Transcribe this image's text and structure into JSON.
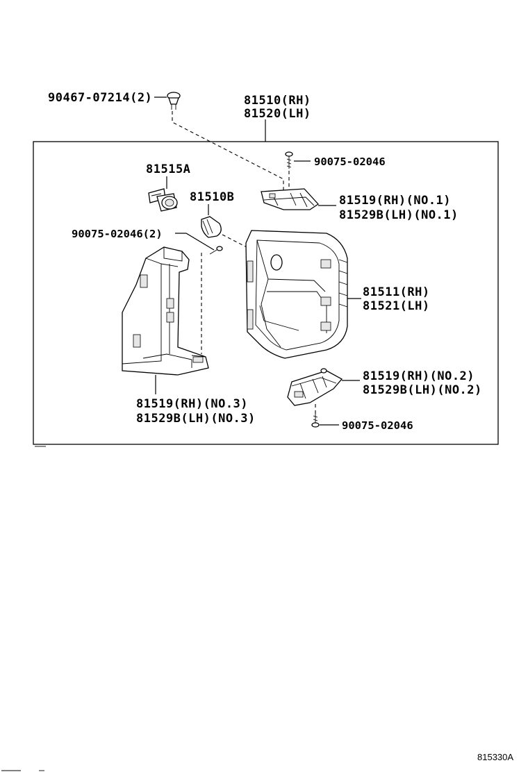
{
  "labels": {
    "clip_top": "90467-07214(2)",
    "lamp_assy_rh": "81510(RH)",
    "lamp_assy_lh": "81520(LH)",
    "screw_top": "90075-02046",
    "socket": "81515A",
    "bulb": "81510B",
    "bracket1_rh": "81519(RH)(NO.1)",
    "bracket1_lh": "81529B(LH)(NO.1)",
    "screw_left": "90075-02046(2)",
    "housing_rh": "81511(RH)",
    "housing_lh": "81521(LH)",
    "bracket2_rh": "81519(RH)(NO.2)",
    "bracket2_lh": "81529B(LH)(NO.2)",
    "bracket3_rh": "81519(RH)(NO.3)",
    "bracket3_lh": "81529B(LH)(NO.3)",
    "screw_bottom": "90075-02046"
  },
  "diagram_ref": "815330A"
}
